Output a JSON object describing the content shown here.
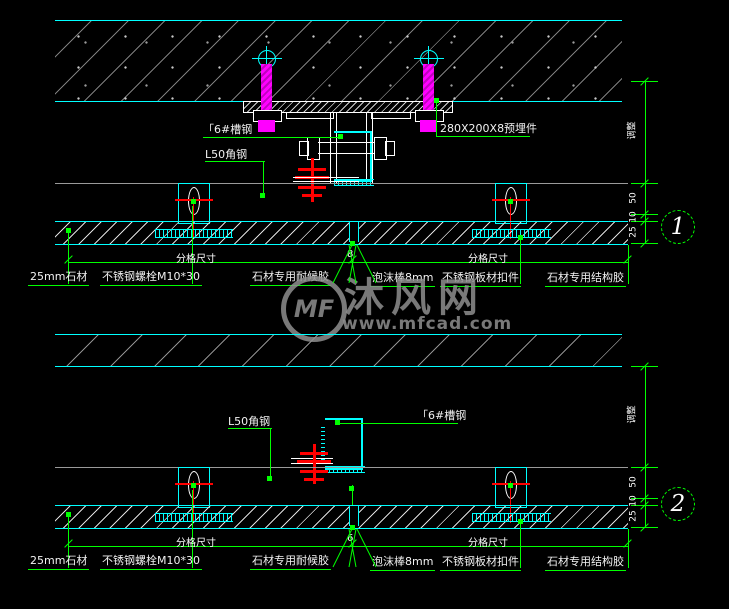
{
  "colors": {
    "background": "#000000",
    "cyan": "#00ffff",
    "green": "#00ff00",
    "magenta": "#ff00ff",
    "red": "#ff0000",
    "white": "#ffffff",
    "hatch_gray": "#7d7d7d",
    "watermark_gray": "#8f8f8f"
  },
  "watermark": {
    "logo_text": "MF",
    "brand": "沐风网",
    "url": "www.mfcad.com"
  },
  "detail1": {
    "number": "1",
    "channel_label": "「6#槽钢",
    "angle_label": "L50角钢",
    "embed_label": "280X200X8预埋件",
    "dim_top": "调整",
    "dim_50": "50",
    "dim_10": "10",
    "dim_25": "25",
    "joint_width": "8",
    "grid_label": "分格尺寸",
    "stone_label": "25mm石材",
    "bolt_label": "不锈钢螺栓M10*30",
    "sealant_label": "石材专用耐候胶",
    "foam_label": "泡沫棒8mm",
    "clamp_label": "不锈钢板材扣件",
    "adhesive_label": "石材专用结构胶"
  },
  "detail2": {
    "number": "2",
    "channel_label": "「6#槽钢",
    "angle_label": "L50角钢",
    "dim_top": "调整",
    "dim_50": "50",
    "dim_10": "10",
    "dim_25": "25",
    "joint_width": "6",
    "grid_label": "分格尺寸",
    "stone_label": "25mm石材",
    "bolt_label": "不锈钢螺栓M10*30",
    "sealant_label": "石材专用耐候胶",
    "foam_label": "泡沫棒8mm",
    "clamp_label": "不锈钢板材扣件",
    "adhesive_label": "石材专用结构胶"
  }
}
